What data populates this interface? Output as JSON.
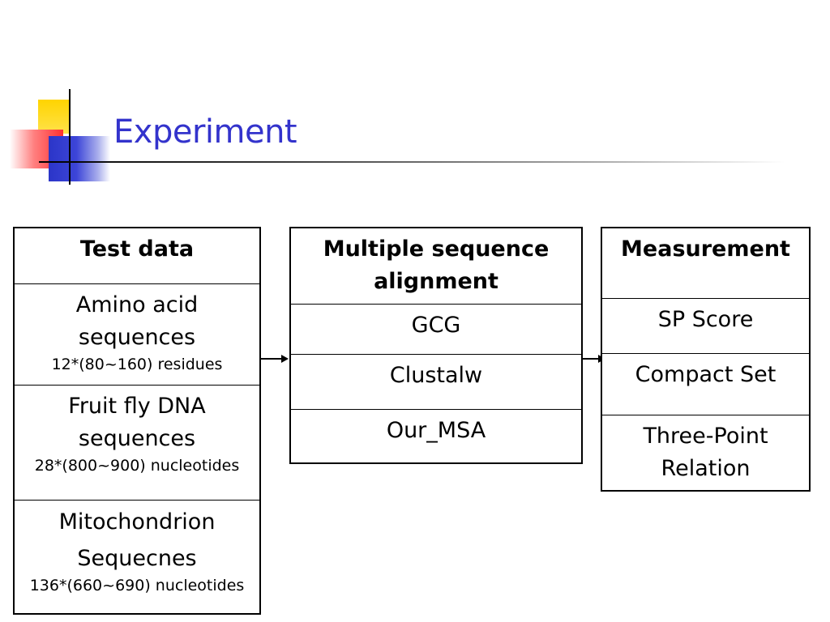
{
  "slide": {
    "title": "Experiment"
  },
  "test_data": {
    "header": "Test data",
    "rows": [
      {
        "name_line1": "Amino acid",
        "name_line2": "sequences",
        "detail": "12*(80~160) residues"
      },
      {
        "name_line1": "Fruit fly DNA",
        "name_line2": "sequences",
        "detail": "28*(800~900) nucleotides"
      },
      {
        "name_line1": "Mitochondrion",
        "name_line2": "Sequecnes",
        "detail": "136*(660~690) nucleotides"
      }
    ]
  },
  "msa": {
    "header_line1": "Multiple sequence",
    "header_line2": "alignment",
    "rows": [
      "GCG",
      "Clustalw",
      "Our_MSA"
    ]
  },
  "measurement": {
    "header": "Measurement",
    "rows": [
      {
        "line1": "SP Score",
        "line2": ""
      },
      {
        "line1": "Compact Set",
        "line2": ""
      },
      {
        "line1": "Three-Point",
        "line2": "Relation"
      }
    ]
  },
  "colors": {
    "title": "#3333cc",
    "deco_yellow": "#ffd400",
    "deco_red": "#ff3030",
    "deco_blue": "#2b35c8"
  }
}
